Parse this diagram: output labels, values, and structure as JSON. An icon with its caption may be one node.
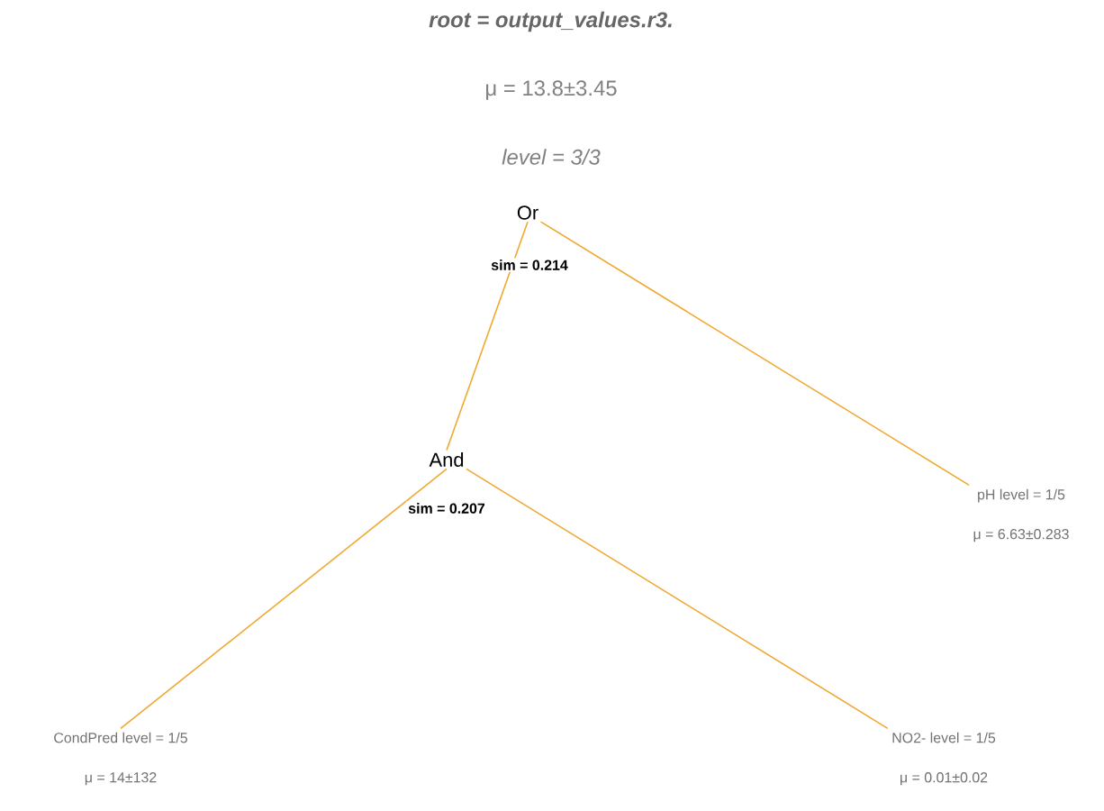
{
  "diagram": {
    "title": "root = output_values.r3.",
    "nodes": [
      {
        "text": [
          "Or"
        ],
        "beside": [
          "sim = 0.214"
        ]
      },
      {
        "text": [
          "And"
        ],
        "beside": [
          "sim = 0.207"
        ]
      },
      {
        "text": [
          "pH level = 1/5",
          "μ = 6.63±0.283"
        ]
      },
      {
        "text": [
          "CondPred level = 1/5",
          "μ = 14±132"
        ]
      },
      {
        "text": [
          "NO2- level = 1/5",
          "μ = 0.01±0.02"
        ]
      }
    ],
    "edges": [
      {
        "from": 0,
        "to": 1,
        "arrow": "none"
      },
      {
        "from": 0,
        "to": 2,
        "arrow": "none"
      },
      {
        "from": 1,
        "to": 3,
        "arrow": "none"
      },
      {
        "from": 1,
        "to": 4,
        "arrow": "none"
      }
    ],
    "labels": [
      "μ = 13.8±3.45",
      "level = 3/3"
    ]
  }
}
